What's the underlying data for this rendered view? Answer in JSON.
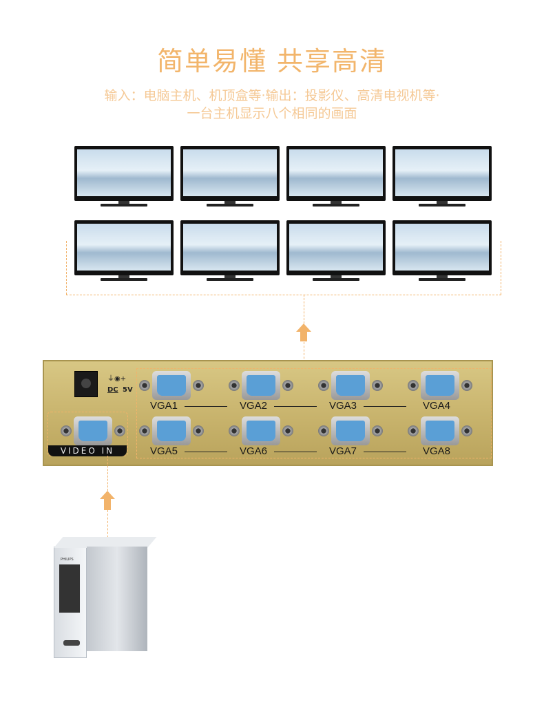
{
  "headline": "简单易懂  共享高清",
  "subtitle_line1": "输入：电脑主机、机顶盒等·输出：投影仪、高清电视机等·",
  "subtitle_line2": "一台主机显示八个相同的画面",
  "switch": {
    "input_label": "VIDEO IN",
    "power_label": "DC",
    "voltage_label": "5V",
    "outputs": [
      "VGA1",
      "VGA2",
      "VGA3",
      "VGA4",
      "VGA5",
      "VGA6",
      "VGA7",
      "VGA8"
    ]
  },
  "computer_brand": "PHILIPS",
  "colors": {
    "accent": "#f2b36a",
    "switch_body": "#c6b16a"
  }
}
